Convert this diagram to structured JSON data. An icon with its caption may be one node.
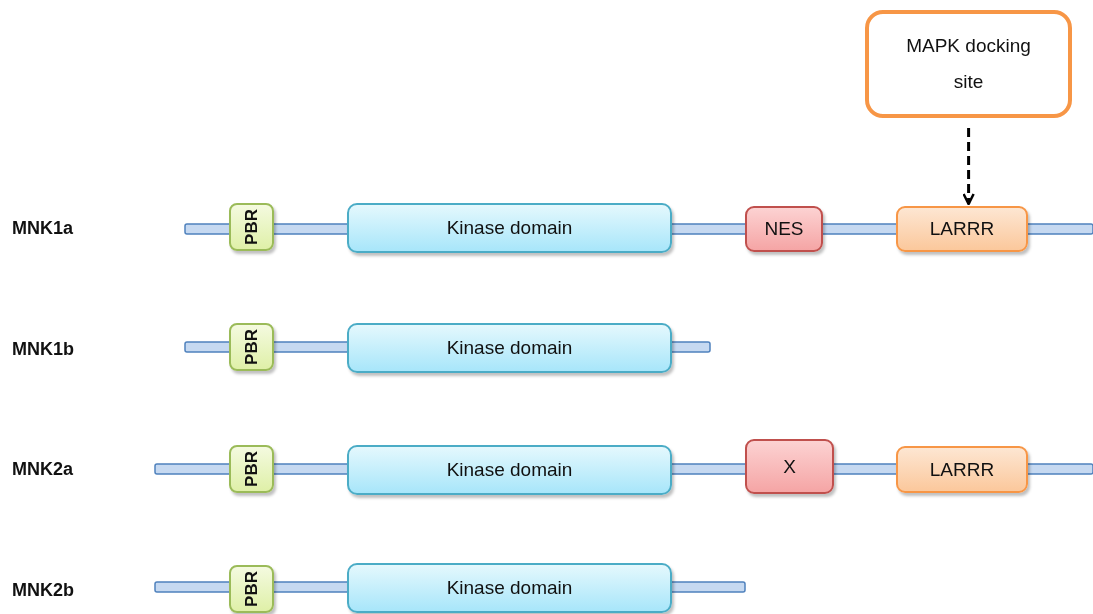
{
  "diagram": {
    "nodes": [
      {
        "text": [
          "MAPK docking site"
        ]
      },
      {
        "text": [
          "PBR"
        ]
      },
      {
        "text": [
          "Kinase domain"
        ]
      },
      {
        "text": [
          "NES"
        ]
      },
      {
        "text": [
          "LARRR"
        ]
      },
      {
        "text": [
          "PBR"
        ]
      },
      {
        "text": [
          "Kinase domain"
        ]
      },
      {
        "text": [
          "PBR"
        ]
      },
      {
        "text": [
          "Kinase domain"
        ]
      },
      {
        "text": [
          "X"
        ]
      },
      {
        "text": [
          "LARRR"
        ]
      },
      {
        "text": [
          "PBR"
        ]
      },
      {
        "text": [
          "Kinase domain"
        ]
      }
    ],
    "edges": [
      {
        "from": 0,
        "to": 4,
        "arrow": "to",
        "style": "dashed"
      }
    ],
    "labels": [
      "MNK1a",
      "MNK1b",
      "MNK2a",
      "MNK2b"
    ]
  }
}
